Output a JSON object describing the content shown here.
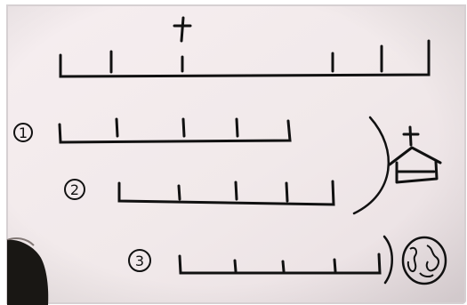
{
  "scene": {
    "description": "",
    "items": {
      "label1": "1",
      "label2": "2",
      "label3": "3"
    }
  }
}
